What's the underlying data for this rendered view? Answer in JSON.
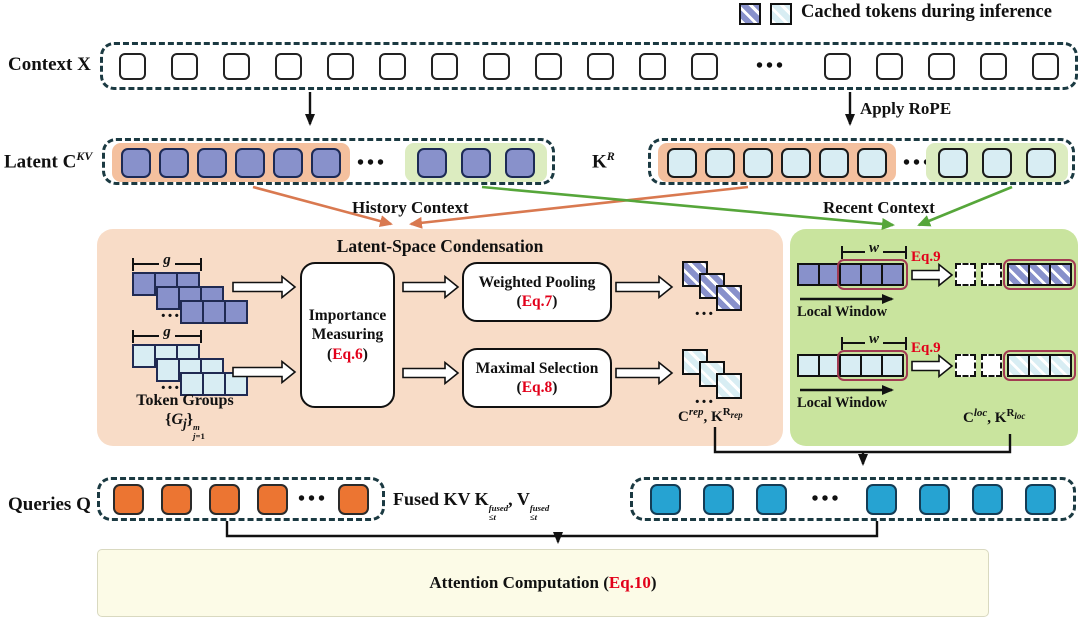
{
  "legend": {
    "label": "Cached tokens during inference"
  },
  "context_row": {
    "label": "Context X",
    "ellipsis": "•••",
    "left_count": 12,
    "right_count": 5
  },
  "apply_rope_label": "Apply RoPE",
  "latent_row": {
    "label_html": "Latent C<sup><i>KV</i></sup>",
    "ellipsis": "•••",
    "left_count": 6,
    "right_count": 3
  },
  "kr_row": {
    "label_html": "K<sup><i>R</i></sup>",
    "ellipsis": "•••",
    "left_count": 6,
    "right_count": 3
  },
  "history_context_label": "History Context",
  "recent_context_label": "Recent Context",
  "condensation": {
    "title": "Latent-Space Condensation",
    "group_width_symbol": "g",
    "cluster_dots": "…",
    "token_groups_label": "Token Groups",
    "token_groups_math_html": "{<i>G<sub>j</sub></i>}<span class='ss'><sup><i>m</i></sup><sub><i>j</i>=1</sub></span>",
    "importance_line1": "Importance",
    "importance_line2": "Measuring",
    "importance_eq_pre": "(",
    "importance_eq": "Eq.6",
    "importance_eq_post": ")",
    "weighted_label": "Weighted Pooling",
    "weighted_eq_pre": "(",
    "weighted_eq": "Eq.7",
    "weighted_eq_post": ")",
    "maximal_label": "Maximal Selection",
    "maximal_eq_pre": "(",
    "maximal_eq": "Eq.8",
    "maximal_eq_post": ")",
    "rep_output_html": "C<sup><i>rep</i></sup>, K<sup>R<sub><i>rep</i></sub></sup>"
  },
  "recent_window": {
    "window_symbol": "w",
    "eq9": "Eq.9",
    "local_window_label": "Local Window",
    "loc_output_html": "C<sup><i>loc</i></sup>, K<sup>R<sub><i>loc</i></sub></sup>"
  },
  "queries_row": {
    "label": "Queries Q",
    "ellipsis": "•••",
    "left_count": 4,
    "right_count": 1
  },
  "fused_kv_label_html": "Fused KV K<span class='ss'><sup><i>fused</i></sup><sub>≤<i>t</i></sub></span>, V<span class='ss'><sup><i>fused</i></sup><sub>≤<i>t</i></sub></span>",
  "fused_row": {
    "ellipsis": "•••",
    "left_count": 3,
    "right_count": 4
  },
  "attention": {
    "pre": "Attention Computation (",
    "eq": "Eq.10",
    "post": ")"
  },
  "counts": {
    "group_row": 3,
    "window_row": 5,
    "window_tail": 3
  },
  "colors": {
    "history_highlight": "#f4c09e",
    "recent_highlight": "#dcecc0",
    "condensation_panel": "#f8dcc7",
    "recent_panel": "#c9e49e",
    "attention_panel": "#fcfbe7",
    "latent_token": "#8891cb",
    "rope_token": "#d8edf3",
    "query_token": "#ec7532",
    "fused_token": "#26a3d2",
    "eq_red": "#e2001a",
    "history_arrow": "#d97950",
    "recent_arrow": "#56a63a"
  }
}
